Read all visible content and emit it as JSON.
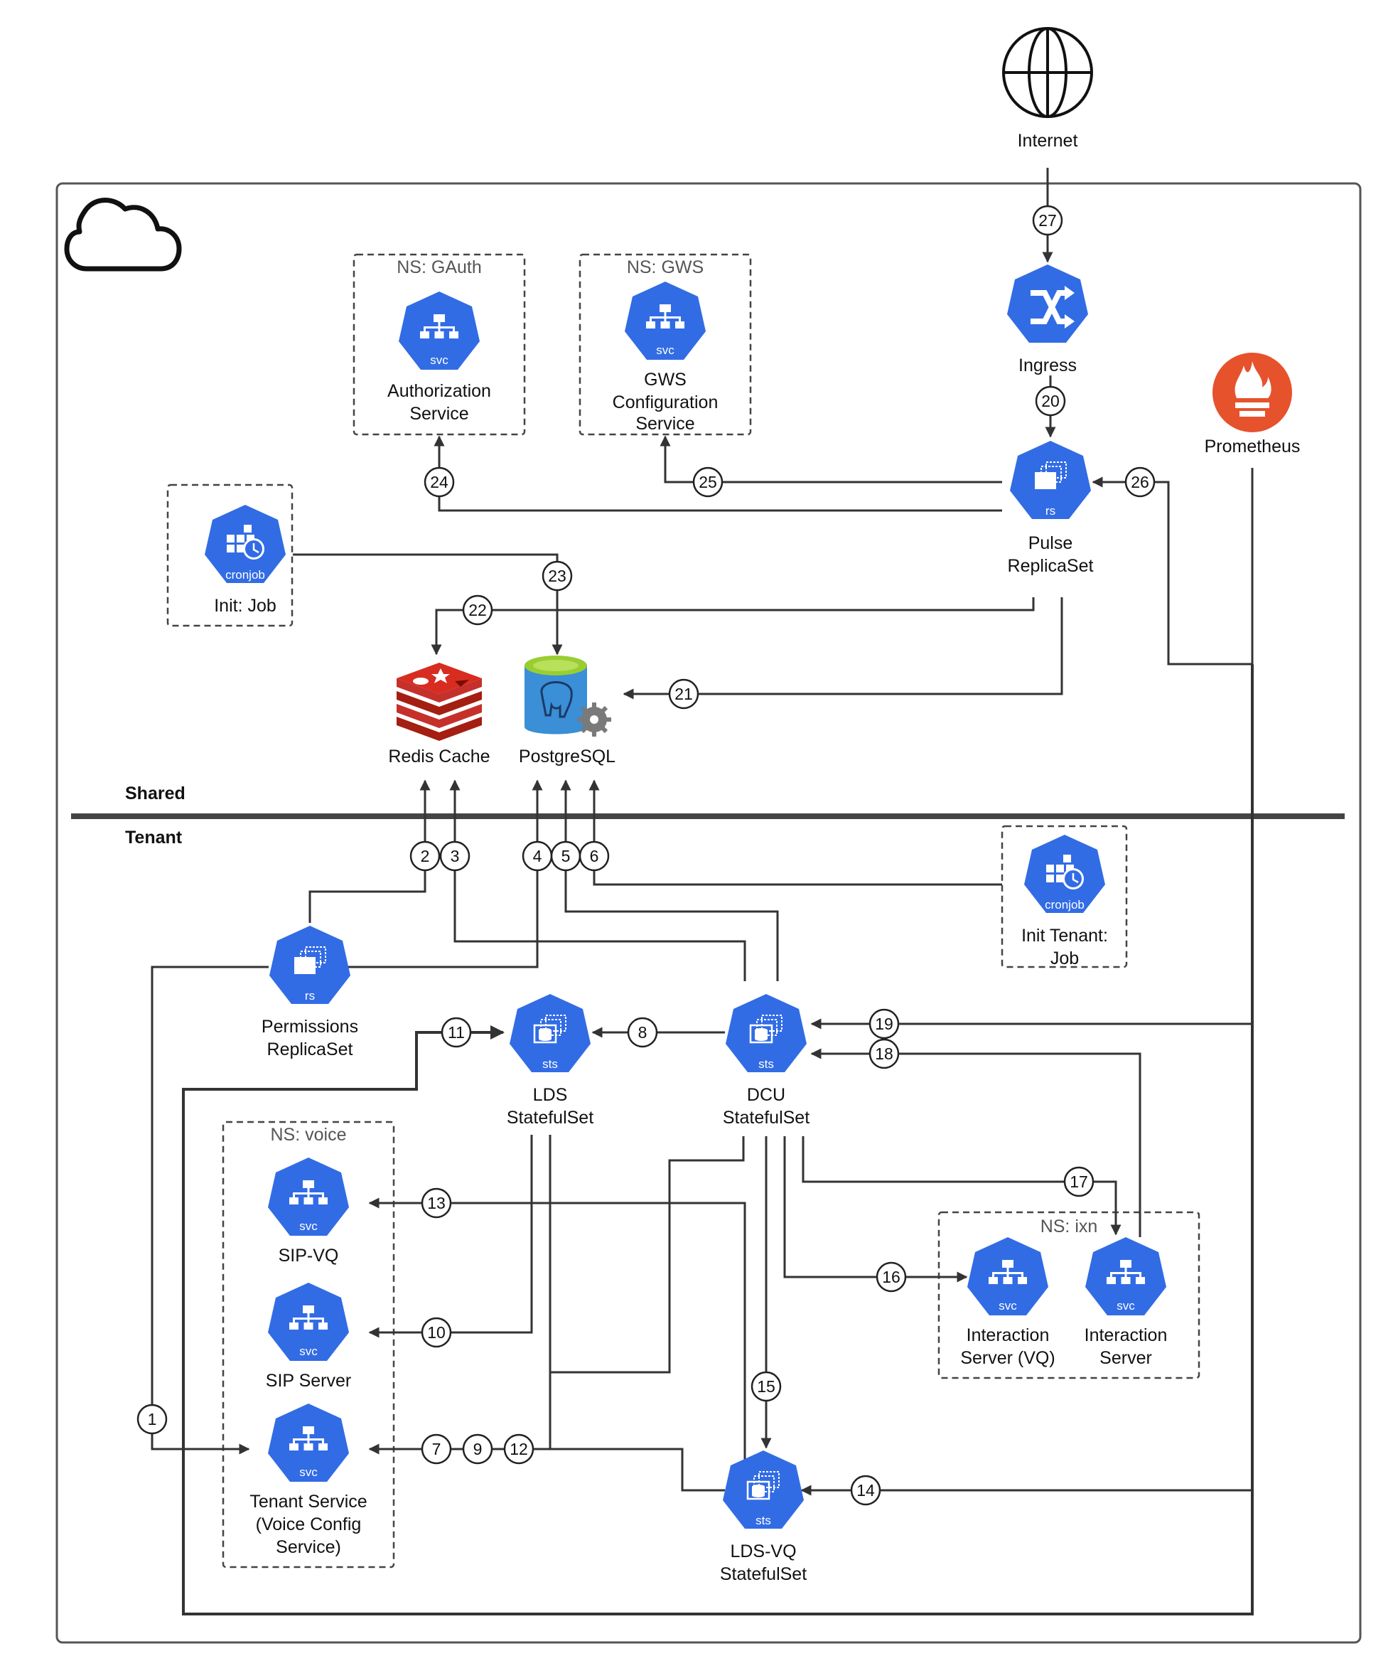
{
  "external": {
    "internet": "Internet",
    "prometheus": "Prometheus"
  },
  "zones": {
    "shared": "Shared",
    "tenant": "Tenant"
  },
  "namespaces": {
    "gauth": "NS: GAuth",
    "gws": "NS: GWS",
    "voice": "NS: voice",
    "ixn": "NS: ixn"
  },
  "components": {
    "ingress": "Ingress",
    "auth_l1": "Authorization",
    "auth_l2": "Service",
    "gws_l1": "GWS",
    "gws_l2": "Configuration",
    "gws_l3": "Service",
    "pulse_l1": "Pulse",
    "pulse_l2": "ReplicaSet",
    "initjob": "Init: Job",
    "redis": "Redis Cache",
    "postgres": "PostgreSQL",
    "inittenant_l1": "Init Tenant:",
    "inittenant_l2": "Job",
    "perm_l1": "Permissions",
    "perm_l2": "ReplicaSet",
    "lds_l1": "LDS",
    "lds_l2": "StatefulSet",
    "dcu_l1": "DCU",
    "dcu_l2": "StatefulSet",
    "sipvq": "SIP-VQ",
    "sipserver": "SIP Server",
    "tenant_l1": "Tenant Service",
    "tenant_l2": "(Voice Config",
    "tenant_l3": "Service)",
    "ixvq_l1": "Interaction",
    "ixvq_l2": "Server (VQ)",
    "ix_l1": "Interaction",
    "ix_l2": "Server",
    "ldsvq_l1": "LDS-VQ",
    "ldsvq_l2": "StatefulSet"
  },
  "icon_badges": {
    "svc": "svc",
    "rs": "rs",
    "sts": "sts",
    "cronjob": "cronjob"
  },
  "connections": [
    "1",
    "2",
    "3",
    "4",
    "5",
    "6",
    "7",
    "8",
    "9",
    "10",
    "11",
    "12",
    "13",
    "14",
    "15",
    "16",
    "17",
    "18",
    "19",
    "20",
    "21",
    "22",
    "23",
    "24",
    "25",
    "26",
    "27"
  ],
  "colors": {
    "k8s_blue": "#326CE5",
    "prometheus": "#E6522C",
    "redis": "#C6302B",
    "postgres_blue": "#3A8FD6",
    "postgres_top": "#9ACD32"
  }
}
